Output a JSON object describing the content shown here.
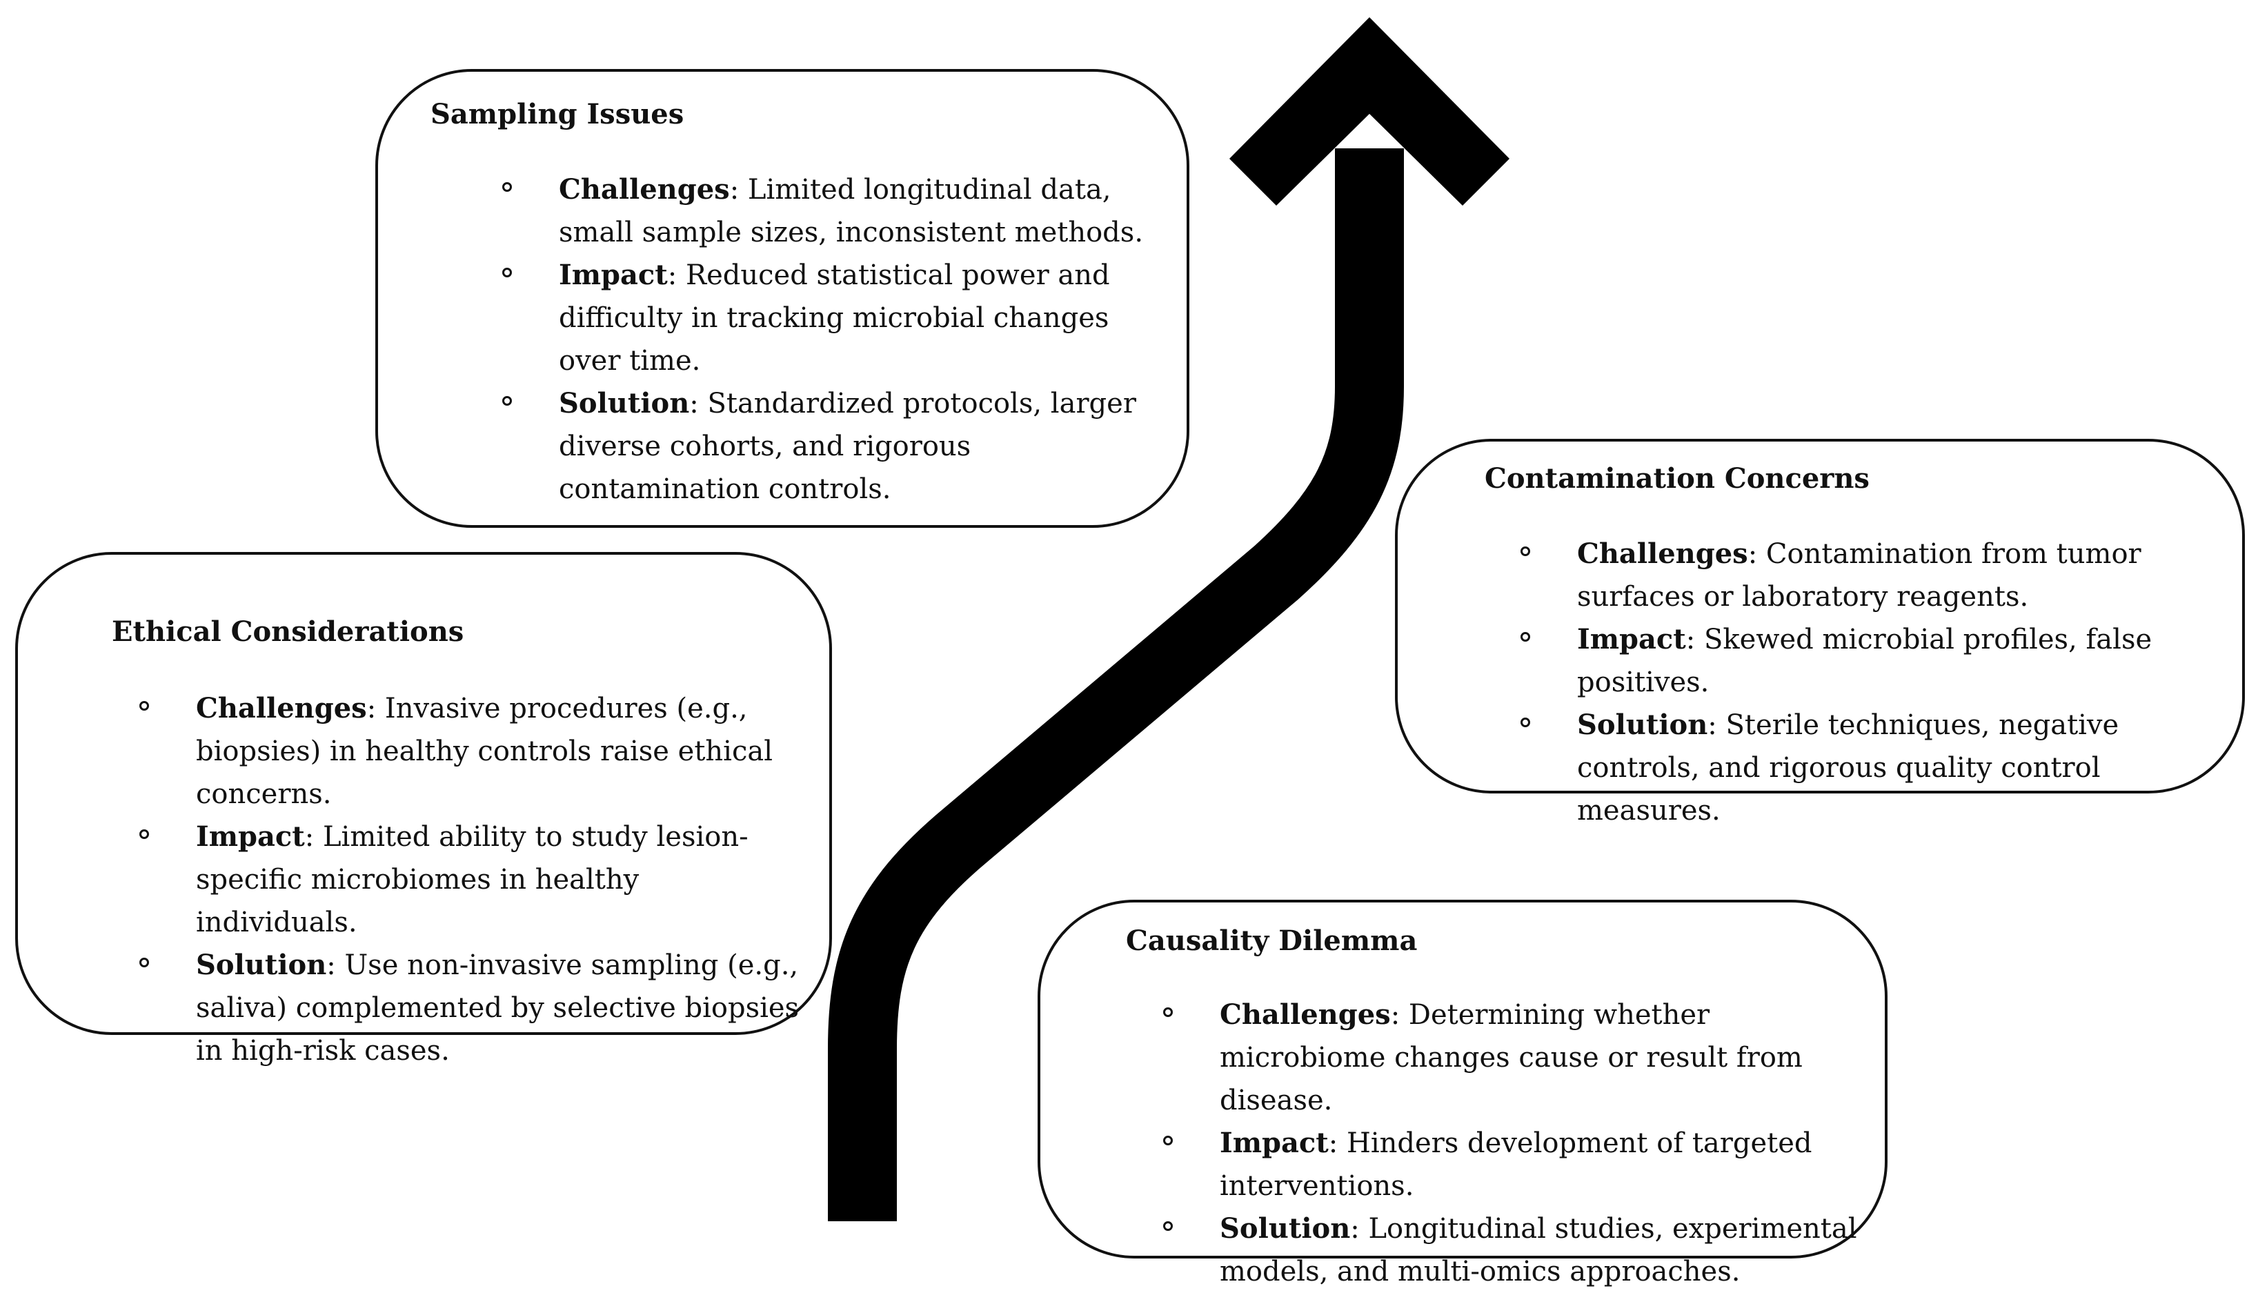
{
  "diagram": {
    "cards": [
      {
        "id": "sampling",
        "title": "Sampling Issues",
        "items": [
          {
            "term": "Challenges",
            "text": ": Limited longitudinal data, small sample sizes, inconsistent methods."
          },
          {
            "term": "Impact",
            "text": ": Reduced statistical power and difficulty in tracking microbial changes over time."
          },
          {
            "term": "Solution",
            "text": ": Standardized protocols, larger diverse cohorts, and rigorous contamination controls."
          }
        ]
      },
      {
        "id": "ethical",
        "title": "Ethical Considerations",
        "items": [
          {
            "term": "Challenges",
            "text": ": Invasive procedures (e.g., biopsies) in healthy controls raise ethical concerns."
          },
          {
            "term": "Impact",
            "text": ": Limited ability to study lesion-specific microbiomes in healthy individuals."
          },
          {
            "term": "Solution",
            "text": ": Use non-invasive sampling (e.g., saliva) complemented by selective biopsies in high-risk cases."
          }
        ]
      },
      {
        "id": "contamination",
        "title": "Contamination Concerns",
        "items": [
          {
            "term": "Challenges",
            "text": ": Contamination from tumor surfaces or laboratory reagents."
          },
          {
            "term": "Impact",
            "text": ": Skewed microbial profiles, false positives."
          },
          {
            "term": "Solution",
            "text": ": Sterile techniques, negative controls, and rigorous quality control measures."
          }
        ]
      },
      {
        "id": "causality",
        "title": "Causality Dilemma",
        "items": [
          {
            "term": "Challenges",
            "text": ": Determining whether microbiome changes cause or result from disease."
          },
          {
            "term": "Impact",
            "text": ": Hinders development of targeted interventions."
          },
          {
            "term": "Solution",
            "text": ": Longitudinal studies, experimental models, and multi-omics approaches."
          }
        ]
      }
    ]
  }
}
